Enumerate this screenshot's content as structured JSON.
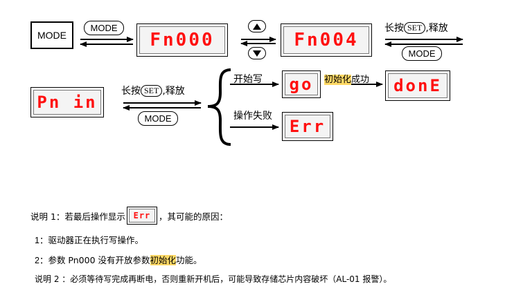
{
  "mode_box_label": "MODE",
  "mode_pill_label": "MODE",
  "long_press_prefix": "长按",
  "set_key_label": "SET",
  "long_press_suffix": ",释放",
  "displays": {
    "fn000": "Fn000",
    "fn004": "Fn004",
    "pnin": "Pn in",
    "go": "go",
    "done": "donE",
    "err": "Err",
    "err_inline": "Err"
  },
  "branch_success_label": "开始写",
  "init_highlight": "初始化",
  "init_success_suffix": "成功",
  "branch_fail_label": "操作失败",
  "notes": {
    "note1_prefix": "说明 1：若最后操作显示",
    "note1_suffix": "，其可能的原因：",
    "reason1_num": "1",
    "reason1_text": "：驱动器正在执行写操作。",
    "reason2_num": "2",
    "reason2_text_before": "：参数 Pn000 没有开放参数",
    "reason2_highlight": "初始化",
    "reason2_text_after": "功能。",
    "note2": "说明 2 ：必须等待写完成再断电，否则重新开机后，可能导致存储芯片内容破坏（AL-01 报警）。"
  }
}
